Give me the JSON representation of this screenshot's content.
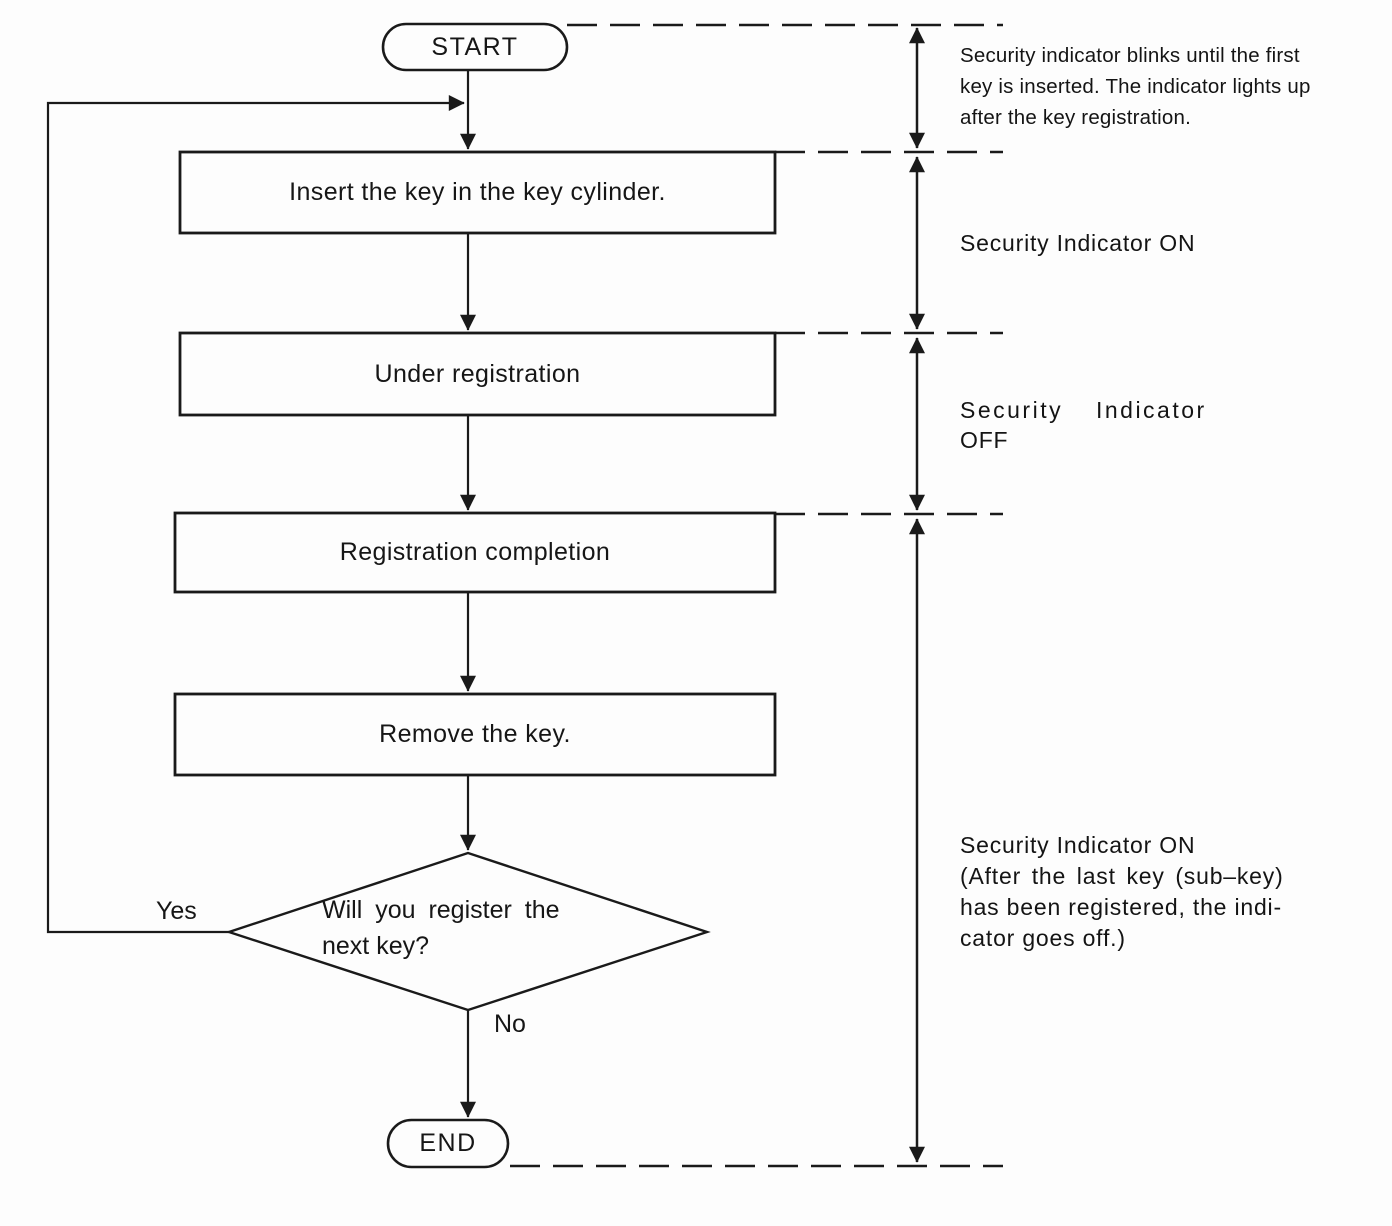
{
  "flowchart": {
    "start_label": "START",
    "end_label": "END",
    "steps": [
      "Insert the key in the key cylinder.",
      "Under registration",
      "Registration completion",
      "Remove the key."
    ],
    "decision": {
      "line1": "Will you register the",
      "line2": "next key?",
      "yes_label": "Yes",
      "no_label": "No"
    }
  },
  "annotations": {
    "blink_note": {
      "line1": "Security indicator blinks until the first",
      "line2": "key is inserted. The indicator lights up",
      "line3": "after the key registration."
    },
    "indicator_on": "Security Indicator ON",
    "indicator_off": {
      "line1": "Security Indicator",
      "line2": "OFF"
    },
    "indicator_on_after": {
      "line1": "Security Indicator ON",
      "line2": "(After the last key (sub–key)",
      "line3": "has been registered, the indi-",
      "line4": "cator goes off.)"
    }
  },
  "colors": {
    "ink": "#1a1a1a",
    "paper": "#fdfdfd"
  }
}
